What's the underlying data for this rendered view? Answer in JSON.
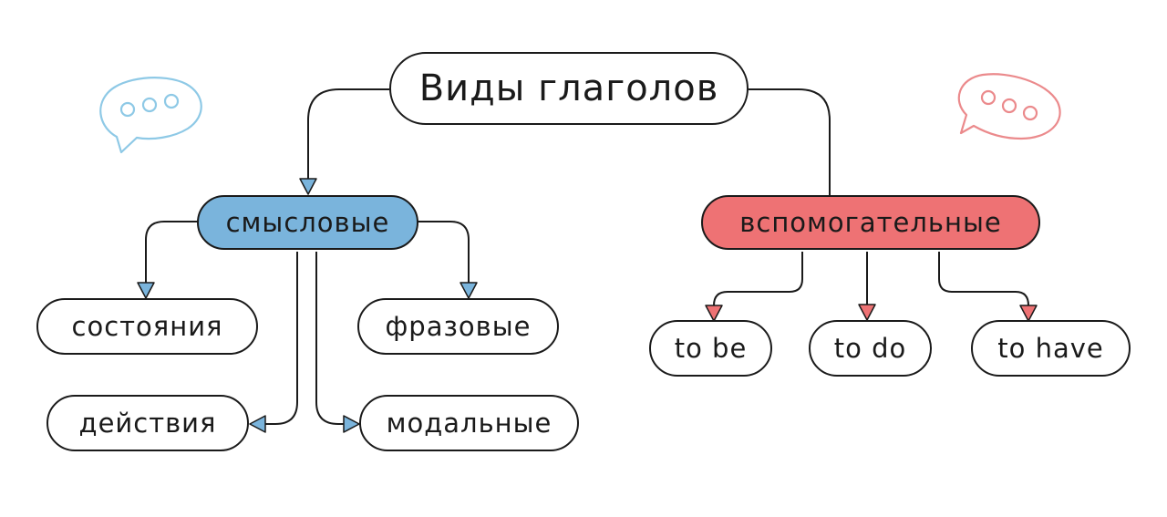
{
  "diagram": {
    "root": "Виды глаголов",
    "left_category": "смысловые",
    "right_category": "вспомогательные",
    "left_items": {
      "states": "состояния",
      "actions": "действия",
      "phrasal": "фразовые",
      "modal": "модальные"
    },
    "right_items": {
      "be": "to be",
      "do": "to do",
      "have": "to have"
    }
  },
  "colors": {
    "left_branch": "#7ab4dc",
    "right_branch": "#ee7274",
    "left_bubble": "#8ec9e6",
    "right_bubble": "#eb8a8c",
    "stroke": "#1a1a1a"
  },
  "icons": [
    "speech-bubble-icon",
    "speech-bubble-icon"
  ]
}
